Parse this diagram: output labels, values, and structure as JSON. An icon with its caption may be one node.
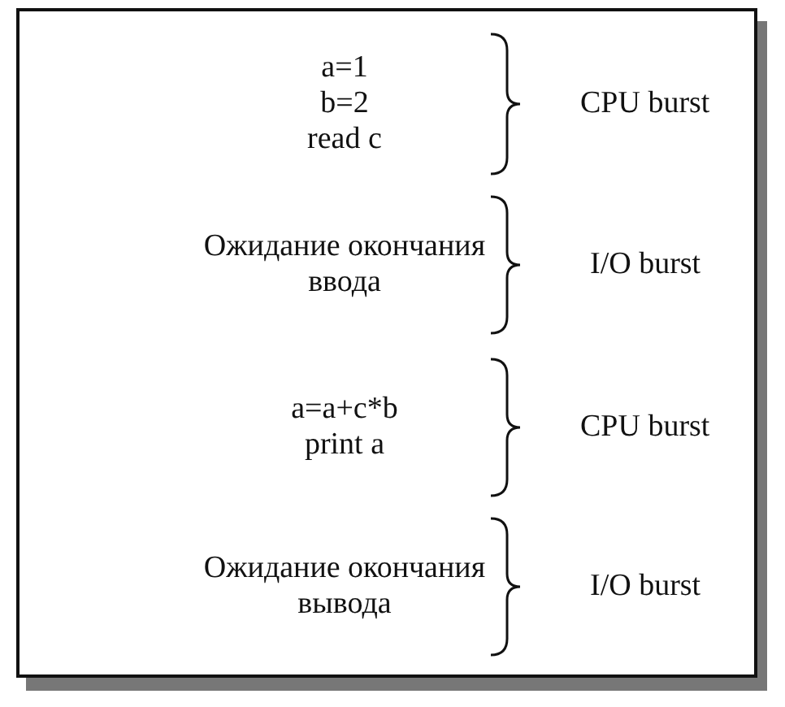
{
  "diagram": {
    "labels": [
      "a=1 b=2 read c",
      "CPU burst",
      "Ожидание окончания ввода",
      "I/O burst",
      "a=a+c*b print a",
      "CPU burst",
      "Ожидание окончания вывода",
      "I/O burst"
    ]
  }
}
